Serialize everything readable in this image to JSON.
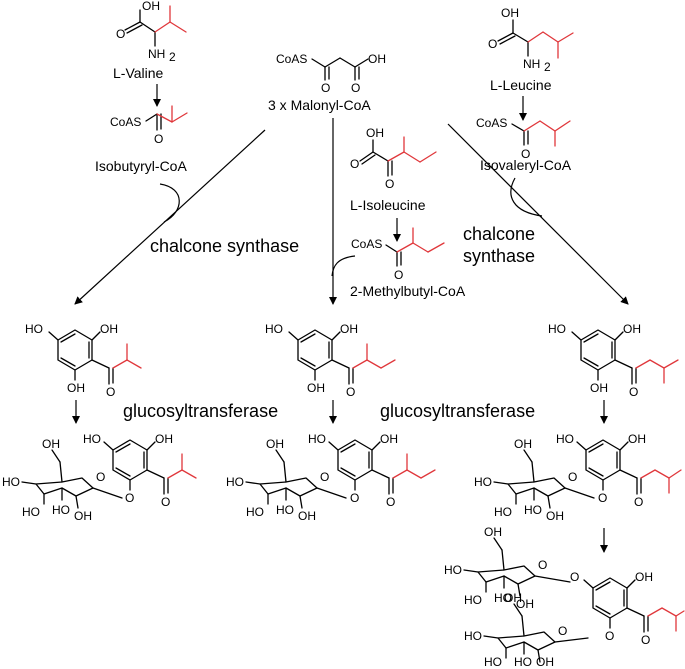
{
  "colors": {
    "ink": "#000000",
    "highlight": "#e0373b"
  },
  "compounds": {
    "valine": "L-Valine",
    "leucine": "L-Leucine",
    "isoleucine": "L-Isoleucine",
    "malonyl": "3 x Malonyl-CoA",
    "isobutyryl": "Isobutyryl-CoA",
    "isovaleryl": "Isovaleryl-CoA",
    "methylbutyryl": "2-Methylbutyl-CoA"
  },
  "enzymes": {
    "chalcone_left": "chalcone synthase",
    "chalcone_right_1": "chalcone",
    "chalcone_right_2": "synthase",
    "gt_left": "glucosyltransferase",
    "gt_right": "glucosyltransferase"
  },
  "atoms": {
    "oh": "OH",
    "ho": "HO",
    "o": "O",
    "nh2": "NH",
    "nh2_sub": "2",
    "coas": "CoAS"
  }
}
